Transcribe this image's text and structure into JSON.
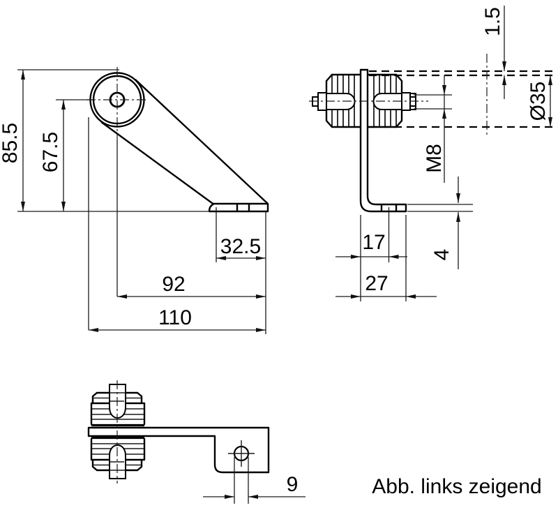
{
  "drawing": {
    "caption": "Abb. links zeigend",
    "line_color": "#000000",
    "background_color": "#ffffff",
    "views": {
      "front": "front-view",
      "side": "side-view",
      "top": "top-view"
    },
    "dimensions": {
      "total_height": "85.5",
      "axis_height": "67.5",
      "foot_run": "32.5",
      "axis_to_end": "92",
      "total_length": "110",
      "rail_clearance": "1.5",
      "roller_diameter": "Ø35",
      "thread_size": "M8",
      "hole_offset": "17",
      "plate_thickness": "4",
      "foot_width": "27",
      "hole_diameter": "9"
    }
  }
}
